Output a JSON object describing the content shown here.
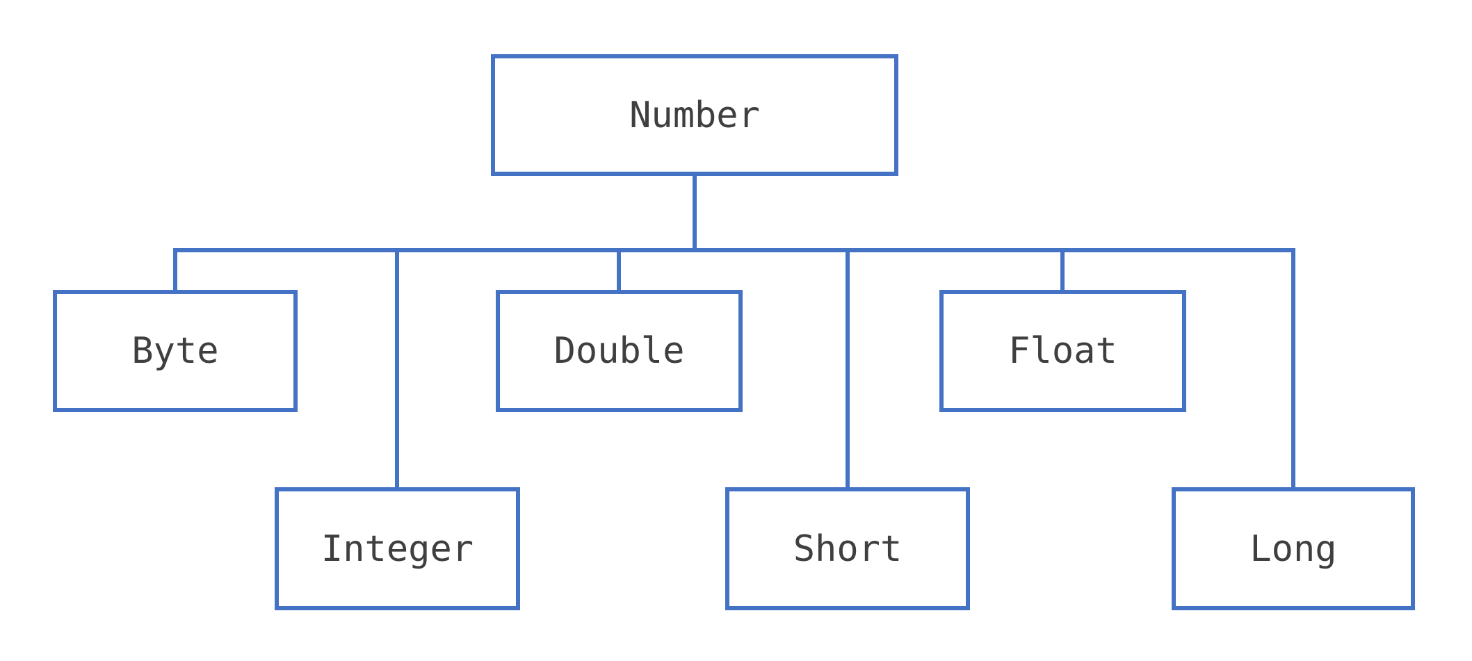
{
  "diagram": {
    "kind": "hierarchy-tree",
    "tree": {
      "root": {
        "label": "Number"
      },
      "children": [
        {
          "label": "Byte"
        },
        {
          "label": "Integer"
        },
        {
          "label": "Double"
        },
        {
          "label": "Short"
        },
        {
          "label": "Float"
        },
        {
          "label": "Long"
        }
      ]
    },
    "edges": [
      {
        "from": "Number",
        "to": "Byte"
      },
      {
        "from": "Number",
        "to": "Integer"
      },
      {
        "from": "Number",
        "to": "Double"
      },
      {
        "from": "Number",
        "to": "Short"
      },
      {
        "from": "Number",
        "to": "Float"
      },
      {
        "from": "Number",
        "to": "Long"
      }
    ]
  },
  "colors": {
    "border": "#4472C4",
    "line": "#4472C4",
    "text": "#3F3F3F",
    "background": "#FFFFFF"
  }
}
